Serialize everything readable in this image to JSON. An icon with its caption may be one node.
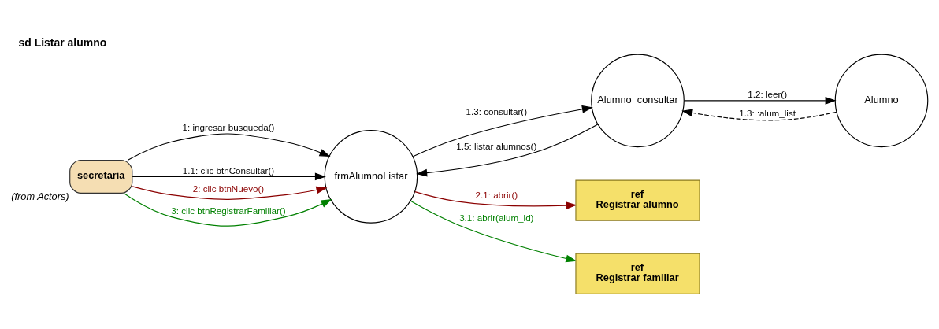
{
  "diagram": {
    "title": "sd Listar alumno",
    "nodes": [
      {
        "text": [
          "secretaria"
        ],
        "beside": [
          "(from Actors)"
        ]
      },
      {
        "text": [
          "frmAlumnoListar"
        ]
      },
      {
        "text": [
          "Alumno_consultar"
        ]
      },
      {
        "text": [
          "Alumno"
        ]
      },
      {
        "text": [
          "ref",
          "Registrar alumno"
        ]
      },
      {
        "text": [
          "ref",
          "Registrar familiar"
        ]
      }
    ],
    "edges": [
      {
        "from": 0,
        "to": 1,
        "arrow": "to",
        "label": "1: ingresar busqueda()"
      },
      {
        "from": 0,
        "to": 1,
        "arrow": "to",
        "label": "1.1: clic btnConsultar()"
      },
      {
        "from": 0,
        "to": 1,
        "arrow": "to",
        "label": "2: clic btnNuevo()",
        "color": "#8b0000"
      },
      {
        "from": 0,
        "to": 1,
        "arrow": "to",
        "label": "3: clic btnRegistrarFamiliar()",
        "color": "#008000"
      },
      {
        "from": 1,
        "to": 2,
        "arrow": "to",
        "label": "1.3: consultar()"
      },
      {
        "from": 2,
        "to": 1,
        "arrow": "to",
        "label": "1.5: listar alumnos()"
      },
      {
        "from": 2,
        "to": 3,
        "arrow": "to",
        "label": "1.2: leer()"
      },
      {
        "from": 3,
        "to": 2,
        "arrow": "to",
        "label": "1.3: :alum_list",
        "style": "dashed"
      },
      {
        "from": 1,
        "to": 4,
        "arrow": "to",
        "label": "2.1: abrir()",
        "color": "#8b0000"
      },
      {
        "from": 1,
        "to": 5,
        "arrow": "to",
        "label": "3.1: abrir(alum_id)",
        "color": "#008000"
      }
    ]
  }
}
